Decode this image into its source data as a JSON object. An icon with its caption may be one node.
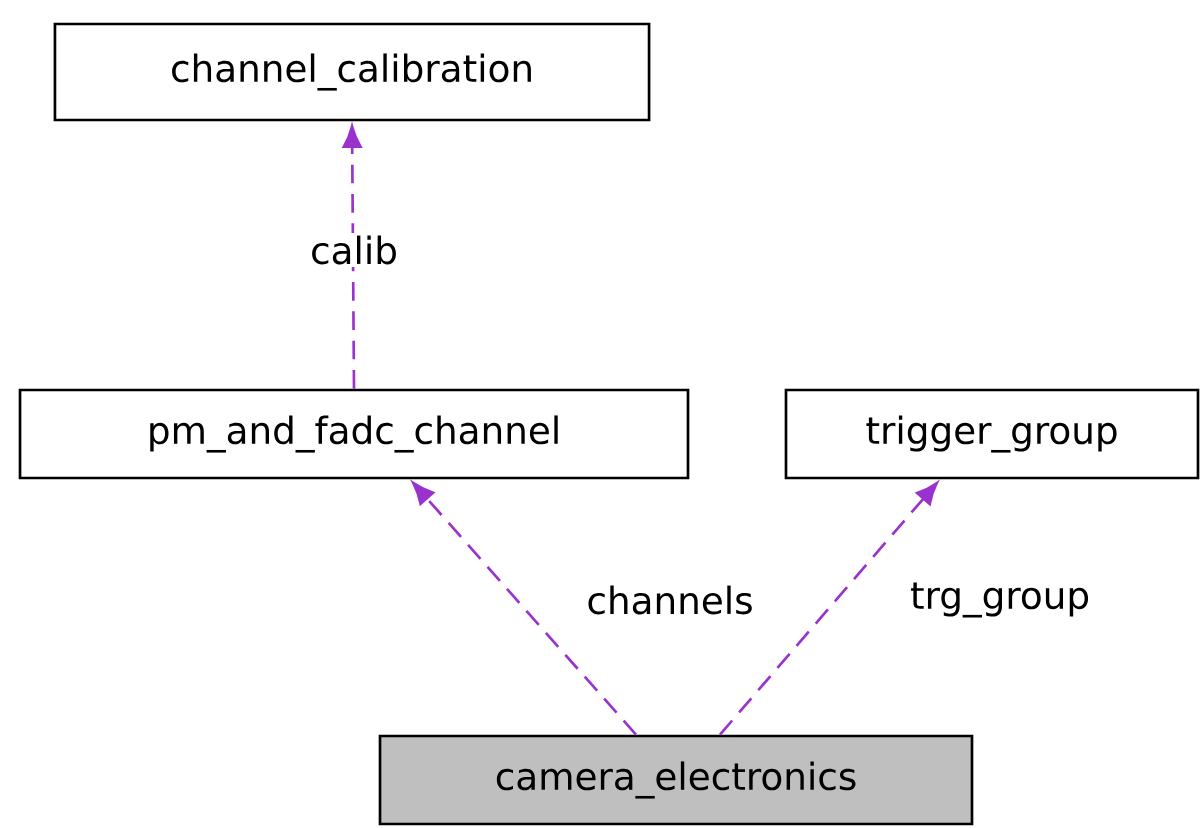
{
  "diagram": {
    "nodes": [
      {
        "text": [
          "channel_calibration"
        ]
      },
      {
        "text": [
          "pm_and_fadc_channel"
        ]
      },
      {
        "text": [
          "trigger_group"
        ]
      },
      {
        "text": [
          "camera_electronics"
        ]
      }
    ],
    "edges": [
      {
        "from": 1,
        "to": 0,
        "arrow": "to",
        "label": "calib",
        "style": "dashed"
      },
      {
        "from": 3,
        "to": 1,
        "arrow": "to",
        "label": "channels",
        "style": "dashed"
      },
      {
        "from": 3,
        "to": 2,
        "arrow": "to",
        "label": "trg_group",
        "style": "dashed"
      }
    ]
  }
}
